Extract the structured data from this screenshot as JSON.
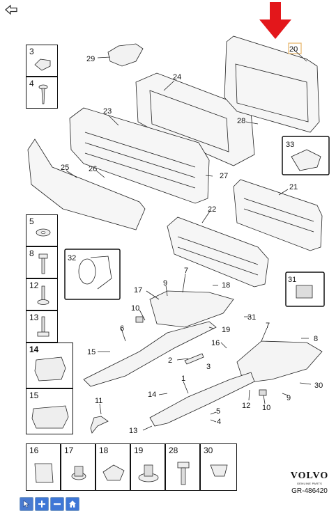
{
  "diagram": {
    "callouts": [
      "29",
      "24",
      "20",
      "23",
      "28",
      "33",
      "26",
      "27",
      "25",
      "21",
      "22",
      "32",
      "7",
      "17",
      "9",
      "18",
      "31",
      "10",
      "6",
      "19",
      "16",
      "8",
      "15",
      "2",
      "3",
      "1",
      "14",
      "30",
      "12",
      "11",
      "5",
      "4",
      "13"
    ],
    "highlighted_callout": "20"
  },
  "left_parts": [
    {
      "num": "3",
      "bold": false
    },
    {
      "num": "4",
      "bold": false
    },
    {
      "num": "5",
      "bold": false
    },
    {
      "num": "8",
      "bold": false
    },
    {
      "num": "12",
      "bold": false
    },
    {
      "num": "13",
      "bold": false
    },
    {
      "num": "14",
      "bold": true
    },
    {
      "num": "15",
      "bold": false
    }
  ],
  "bottom_parts": [
    "16",
    "17",
    "18",
    "19",
    "28",
    "30"
  ],
  "inset_parts": [
    "33",
    "32",
    "31"
  ],
  "brand": {
    "logo": "VOLVO",
    "subtitle": "GENUINE PARTS",
    "code": "GR-486420"
  },
  "toolbar": {
    "buttons": [
      "select-icon",
      "zoom-in-icon",
      "zoom-out-icon",
      "home-icon"
    ]
  },
  "colors": {
    "arrow": "#e3171b",
    "highlight_box": "#e8b870",
    "toolbar_blue": "#3f77d6"
  }
}
